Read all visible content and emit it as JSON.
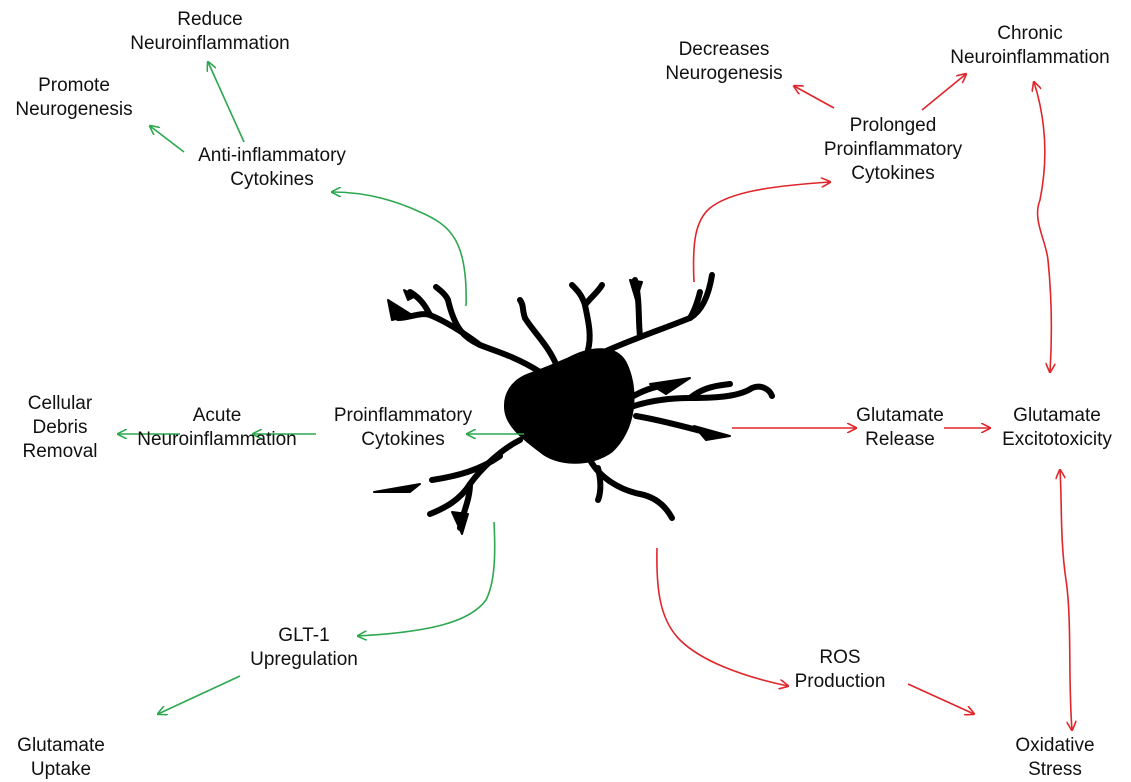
{
  "colors": {
    "beneficial": "#2da84f",
    "harmful": "#e0262b",
    "cell": "#000000",
    "text": "#111111"
  },
  "labels": {
    "reduce_neuroinflammation": [
      "Reduce",
      "Neuroinflammation"
    ],
    "promote_neurogenesis": [
      "Promote",
      "Neurogenesis"
    ],
    "anti_inflammatory_cytokines": [
      "Anti-inflammatory",
      "Cytokines"
    ],
    "decreases_neurogenesis": [
      "Decreases",
      "Neurogenesis"
    ],
    "chronic_neuroinflammation": [
      "Chronic",
      "Neuroinflammation"
    ],
    "prolonged_proinflammatory_cytokines": [
      "Prolonged",
      "Proinflammatory",
      "Cytokines"
    ],
    "cellular_debris_removal": [
      "Cellular",
      "Debris",
      "Removal"
    ],
    "acute_neuroinflammation": [
      "Acute",
      "Neuroinflammation"
    ],
    "proinflammatory_cytokines": [
      "Proinflammatory",
      "Cytokines"
    ],
    "glutamate_release": [
      "Glutamate",
      "Release"
    ],
    "glutamate_excitotoxicity": [
      "Glutamate",
      "Excitotoxicity"
    ],
    "glt1_upregulation": [
      "GLT-1",
      "Upregulation"
    ],
    "glutamate_uptake": [
      "Glutamate",
      "Uptake"
    ],
    "ros_production": [
      "ROS",
      "Production"
    ],
    "oxidative_stress": [
      "Oxidative",
      "Stress"
    ]
  },
  "connections": [
    {
      "from": "microglia",
      "to": "anti_inflammatory_cytokines",
      "type": "beneficial"
    },
    {
      "from": "anti_inflammatory_cytokines",
      "to": "reduce_neuroinflammation",
      "type": "beneficial"
    },
    {
      "from": "anti_inflammatory_cytokines",
      "to": "promote_neurogenesis",
      "type": "beneficial"
    },
    {
      "from": "microglia",
      "to": "proinflammatory_cytokines",
      "type": "beneficial"
    },
    {
      "from": "proinflammatory_cytokines",
      "to": "acute_neuroinflammation",
      "type": "beneficial"
    },
    {
      "from": "acute_neuroinflammation",
      "to": "cellular_debris_removal",
      "type": "beneficial"
    },
    {
      "from": "microglia",
      "to": "glt1_upregulation",
      "type": "beneficial"
    },
    {
      "from": "glt1_upregulation",
      "to": "glutamate_uptake",
      "type": "beneficial"
    },
    {
      "from": "microglia",
      "to": "prolonged_proinflammatory_cytokines",
      "type": "harmful"
    },
    {
      "from": "prolonged_proinflammatory_cytokines",
      "to": "decreases_neurogenesis",
      "type": "harmful"
    },
    {
      "from": "prolonged_proinflammatory_cytokines",
      "to": "chronic_neuroinflammation",
      "type": "harmful"
    },
    {
      "from": "chronic_neuroinflammation",
      "to": "glutamate_excitotoxicity",
      "type": "harmful",
      "bidirectional": true
    },
    {
      "from": "microglia",
      "to": "glutamate_release",
      "type": "harmful"
    },
    {
      "from": "glutamate_release",
      "to": "glutamate_excitotoxicity",
      "type": "harmful"
    },
    {
      "from": "microglia",
      "to": "ros_production",
      "type": "harmful"
    },
    {
      "from": "ros_production",
      "to": "oxidative_stress",
      "type": "harmful"
    },
    {
      "from": "oxidative_stress",
      "to": "glutamate_excitotoxicity",
      "type": "harmful",
      "bidirectional": true
    }
  ]
}
